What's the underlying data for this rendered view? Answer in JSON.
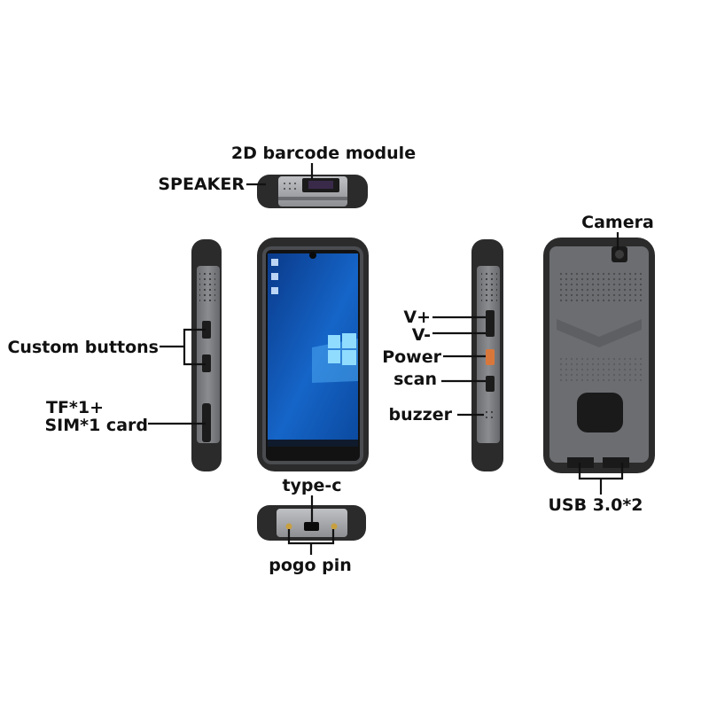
{
  "labels": {
    "barcode_module": "2D barcode module",
    "speaker": "SPEAKER",
    "camera": "Camera",
    "custom_buttons": "Custom buttons",
    "tf_card_line1": "TF*1+",
    "tf_card_line2": "SIM*1 card",
    "volume_up": "V+",
    "volume_down": "V-",
    "power": "Power",
    "scan": "scan",
    "buzzer": "buzzer",
    "type_c": "type-c",
    "pogo_pin": "pogo pin",
    "usb": "USB 3.0*2"
  },
  "colors": {
    "rubber": "#2b2b2b",
    "body": "#7a7c80",
    "body_dark": "#5a5c60",
    "screen_bg": "#1565c8",
    "screen_highlight": "#7fd0ff",
    "power_key": "#d9773b",
    "text": "#111111"
  },
  "icons": [
    "windows-logo-icon",
    "camera-lens-icon"
  ]
}
